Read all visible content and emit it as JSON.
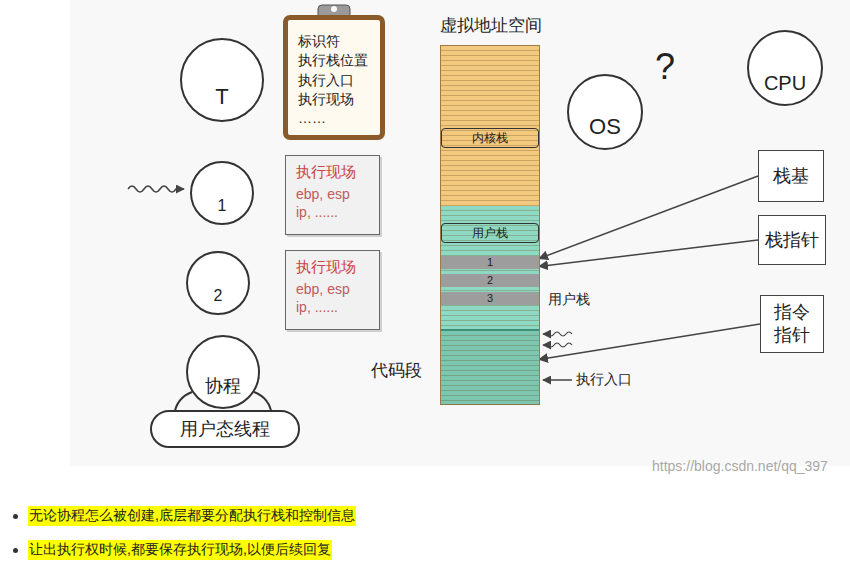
{
  "diagram": {
    "nodes": [
      {
        "text": [
          "T"
        ]
      },
      {
        "text": [
          "标识符",
          "执行栈位置",
          "执行入口",
          "执行现场",
          "……"
        ]
      },
      {
        "text": [
          "虚拟地址空间"
        ]
      },
      {
        "text": [
          "内核栈"
        ],
        "in": 2
      },
      {
        "text": [
          "用户栈"
        ],
        "in": 2
      },
      {
        "text": [
          "1"
        ],
        "in": 2
      },
      {
        "text": [
          "2"
        ],
        "in": 2
      },
      {
        "text": [
          "3"
        ],
        "in": 2
      },
      {
        "text": [
          "代码段"
        ],
        "in": 2
      },
      {
        "text": [
          "OS"
        ]
      },
      {
        "text": [
          "CPU"
        ]
      },
      {
        "text": [
          "1"
        ]
      },
      {
        "text": [
          "执行现场",
          "ebp, esp ip, ......"
        ]
      },
      {
        "text": [
          "栈基"
        ]
      },
      {
        "text": [
          "栈指针"
        ]
      },
      {
        "text": [
          "2"
        ]
      },
      {
        "text": [
          "执行现场",
          "ebp, esp ip, ......"
        ]
      },
      {
        "text": [
          "指令 指针"
        ]
      },
      {
        "text": [
          "协程"
        ]
      },
      {
        "text": [
          "用户态线程"
        ]
      }
    ],
    "edges": [
      {
        "from": 13,
        "to": 5,
        "arrow": "to"
      },
      {
        "from": 14,
        "to": 5,
        "arrow": "to"
      },
      {
        "from": 17,
        "to": 8,
        "arrow": "to"
      }
    ],
    "labels": [
      "?",
      "用户栈",
      "执行入口",
      "https://blog.csdn.net/qq_397",
      "无论协程怎么被创建,底层都要分配执行栈和控制信息",
      "让出执行权时候,都要保存执行现场,以便后续回复"
    ]
  }
}
